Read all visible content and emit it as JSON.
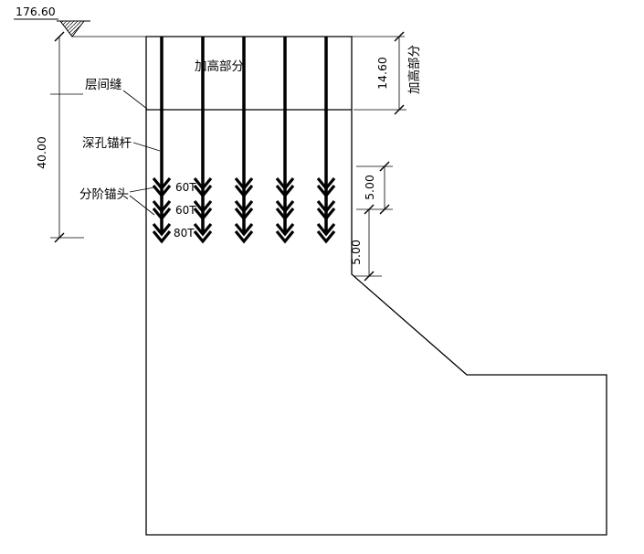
{
  "drawing": {
    "elevation_label": "176.60",
    "raised_part_top_label": "加高部分",
    "raised_part_right_label": "加高部分",
    "interlayer_joint_label": "层间缝",
    "deep_hole_anchor_label": "深孔锚杆",
    "staged_anchor_head_label": "分阶锚头",
    "dim_total_height": "40.00",
    "dim_raised_height": "14.60",
    "dim_upper_spacing": "5.00",
    "dim_lower_spacing": "5.00",
    "anchor_loads": [
      "60T",
      "60T",
      "80T"
    ]
  },
  "colors": {
    "line": "#000000",
    "background": "#ffffff"
  }
}
